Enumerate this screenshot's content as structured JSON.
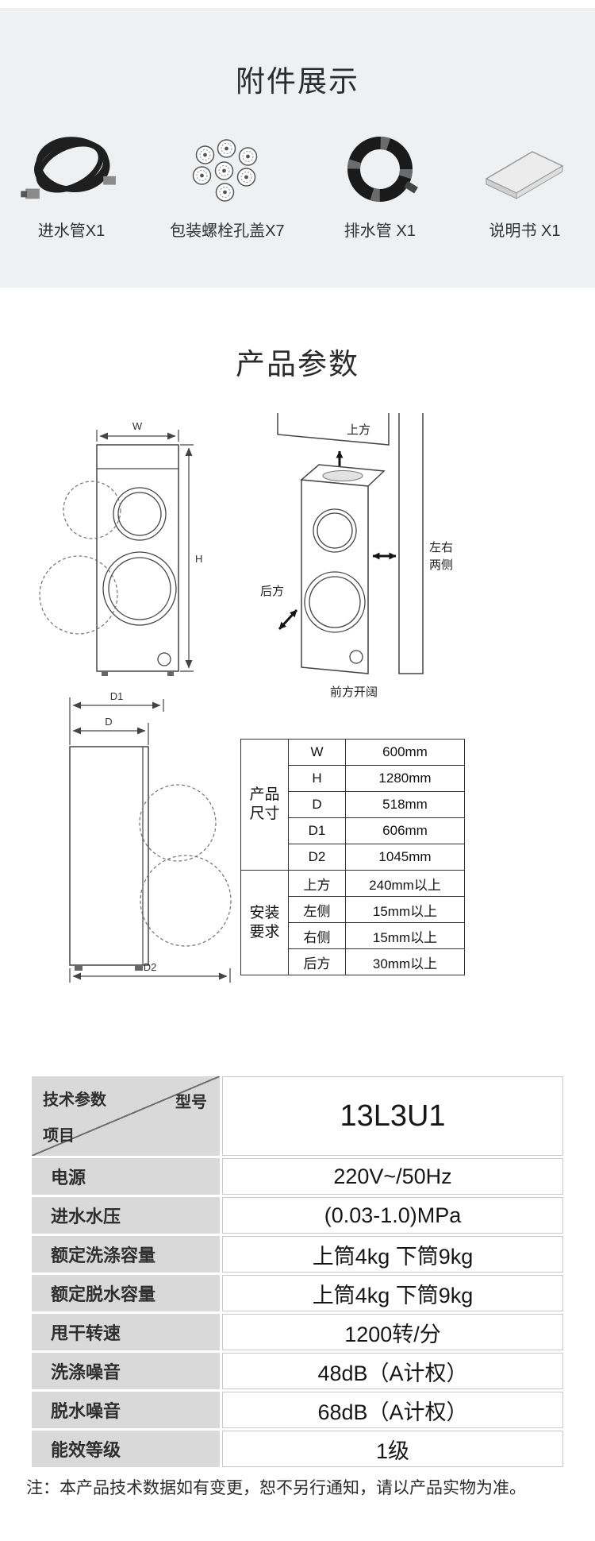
{
  "colors": {
    "section_bg": "#eef0f1",
    "table_gray": "#d9d9d9",
    "line": "#444444",
    "text": "#2e2e2e"
  },
  "accessories_section": {
    "title": "附件展示",
    "items": [
      {
        "label": "进水管X1",
        "icon": "inlet-hose-icon"
      },
      {
        "label": "包装螺栓孔盖X7",
        "icon": "bolt-hole-covers-icon"
      },
      {
        "label": "排水管 X1",
        "icon": "drain-hose-icon"
      },
      {
        "label": "说明书 X1",
        "icon": "manual-icon"
      }
    ]
  },
  "params_section": {
    "title": "产品参数"
  },
  "diagrams": {
    "front": {
      "w": "W",
      "h": "H"
    },
    "clearance": {
      "top": "上方",
      "sides_line1": "左右",
      "sides_line2": "两侧",
      "rear": "后方",
      "front_caption": "前方开阔"
    },
    "side": {
      "d1": "D1",
      "d": "D",
      "d2": "D2"
    }
  },
  "dimension_table": {
    "group1_label": "产品\n尺寸",
    "group2_label": "安装\n要求",
    "rows": [
      {
        "key": "W",
        "value": "600mm"
      },
      {
        "key": "H",
        "value": "1280mm"
      },
      {
        "key": "D",
        "value": "518mm"
      },
      {
        "key": "D1",
        "value": "606mm"
      },
      {
        "key": "D2",
        "value": "1045mm"
      },
      {
        "key": "上方",
        "value": "240mm以上"
      },
      {
        "key": "左侧",
        "value": "15mm以上"
      },
      {
        "key": "右侧",
        "value": "15mm以上"
      },
      {
        "key": "后方",
        "value": "30mm以上"
      }
    ]
  },
  "tech_table": {
    "header": {
      "top_left": "技术参数",
      "top_right": "型号",
      "bottom_left": "项目",
      "value": "13L3U1"
    },
    "rows": [
      {
        "label": "电源",
        "value": "220V~/50Hz"
      },
      {
        "label": "进水水压",
        "value": "(0.03-1.0)MPa"
      },
      {
        "label": "额定洗涤容量",
        "value": "上筒4kg 下筒9kg"
      },
      {
        "label": "额定脱水容量",
        "value": "上筒4kg 下筒9kg"
      },
      {
        "label": "甩干转速",
        "value": "1200转/分"
      },
      {
        "label": "洗涤噪音",
        "value": "48dB（A计权）"
      },
      {
        "label": "脱水噪音",
        "value": "68dB（A计权）"
      },
      {
        "label": "能效等级",
        "value": "1级"
      }
    ]
  },
  "footnote": "注：本产品技术数据如有变更，恕不另行通知，请以产品实物为准。"
}
